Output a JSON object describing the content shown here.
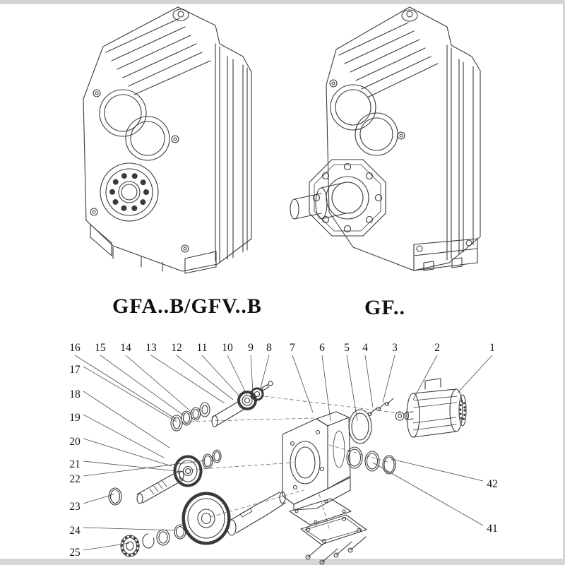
{
  "page": {
    "background": "#ffffff",
    "edge_color": "#d6d5d2",
    "line_color": "#3a3a3a",
    "text_color": "#111111"
  },
  "models": {
    "left": {
      "label": "GFA..B/GFV..B"
    },
    "right": {
      "label": "GF.."
    }
  },
  "exploded": {
    "top_row": [
      "16",
      "15",
      "14",
      "13",
      "12",
      "11",
      "10",
      "9",
      "8",
      "7",
      "6",
      "5",
      "4",
      "3",
      "2",
      "1"
    ],
    "left_column": [
      "17",
      "18",
      "19",
      "20",
      "21",
      "22",
      "23",
      "24",
      "25"
    ],
    "right_column": [
      "42",
      "41"
    ]
  }
}
